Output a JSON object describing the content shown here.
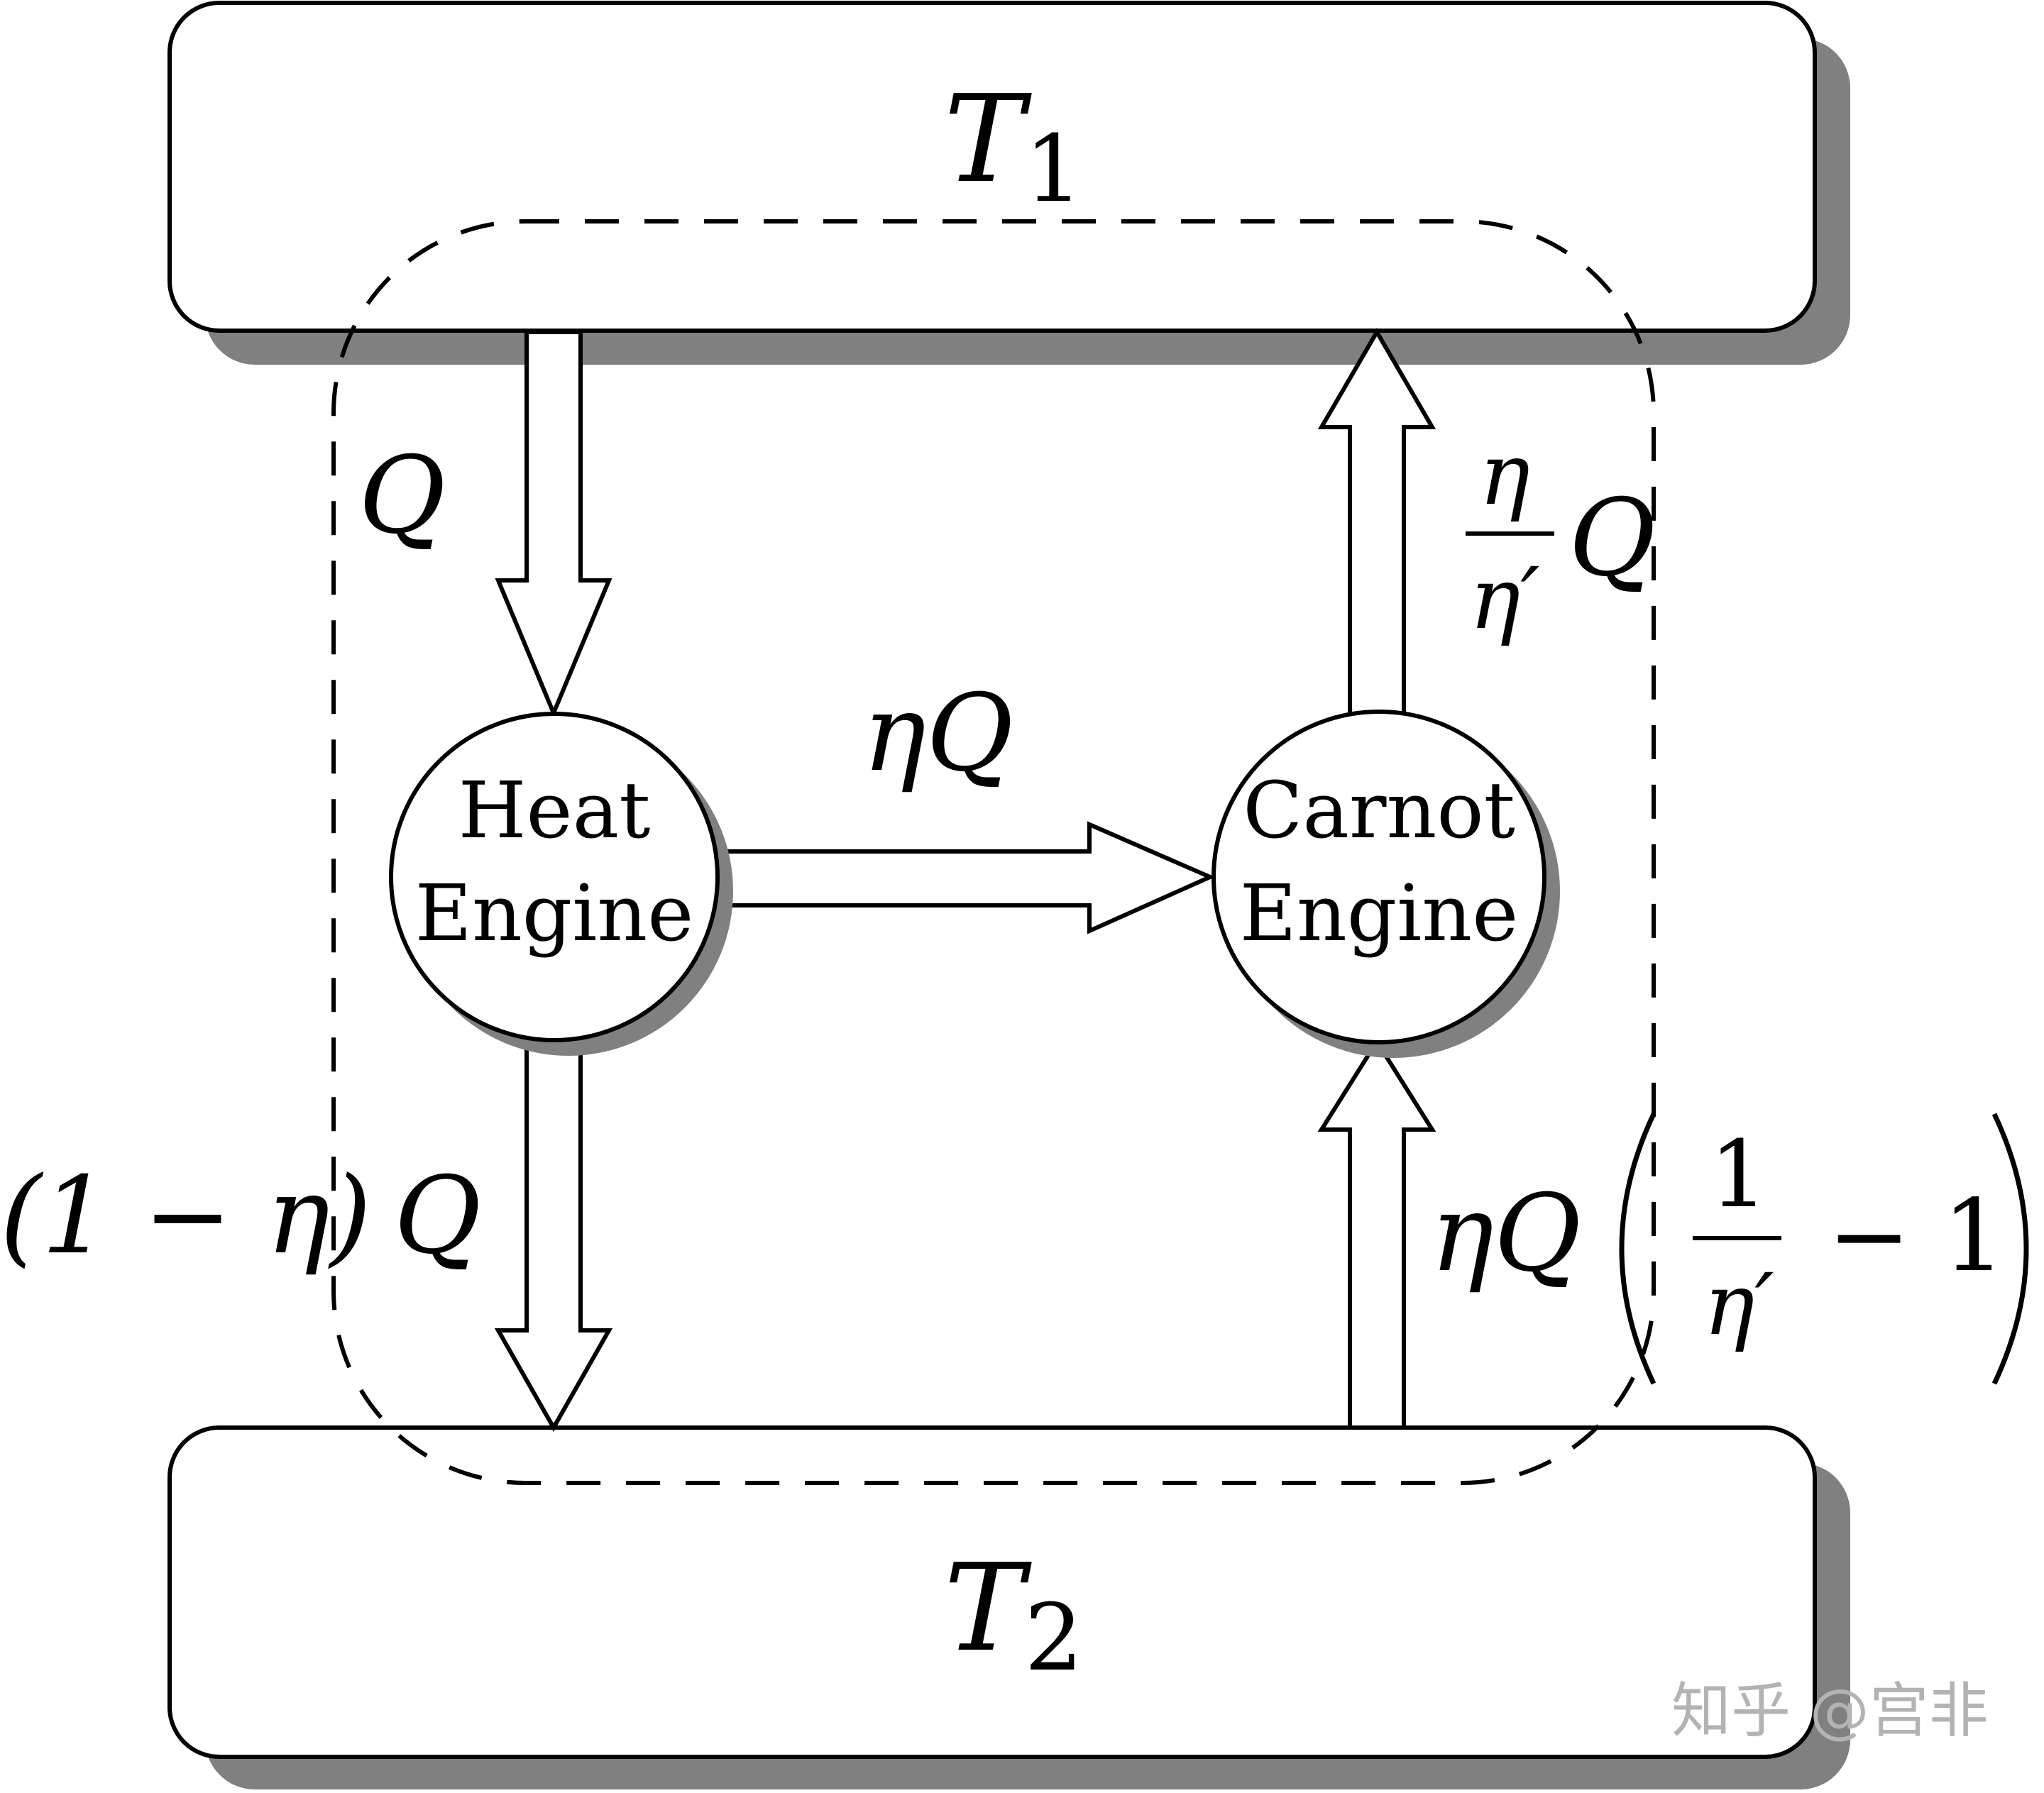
{
  "diagram": {
    "reservoirs": {
      "hot": {
        "label": "T",
        "subscript": "1"
      },
      "cold": {
        "label": "T",
        "subscript": "2"
      }
    },
    "engines": {
      "heat_engine": {
        "line1": "Heat",
        "line2": "Engine"
      },
      "carnot_engine": {
        "line1": "Carnot",
        "line2": "Engine"
      }
    },
    "flows": {
      "hot_to_heat": {
        "label": "Q"
      },
      "heat_to_carnot": {
        "label": "ηQ"
      },
      "heat_to_cold": {
        "label_prefix": "(1 − η)",
        "label_suffix": "Q"
      },
      "carnot_to_hot": {
        "numerator": "η",
        "denominator": "η′",
        "suffix": "Q"
      },
      "cold_to_carnot": {
        "prefix": "ηQ",
        "numerator": "1",
        "denominator": "η′",
        "minus_one": "− 1"
      }
    },
    "watermark": "知乎 @宫非",
    "colors": {
      "stroke": "#000000",
      "shadow": "#808080",
      "fill": "#ffffff",
      "watermark": "#b3b3b3"
    }
  }
}
